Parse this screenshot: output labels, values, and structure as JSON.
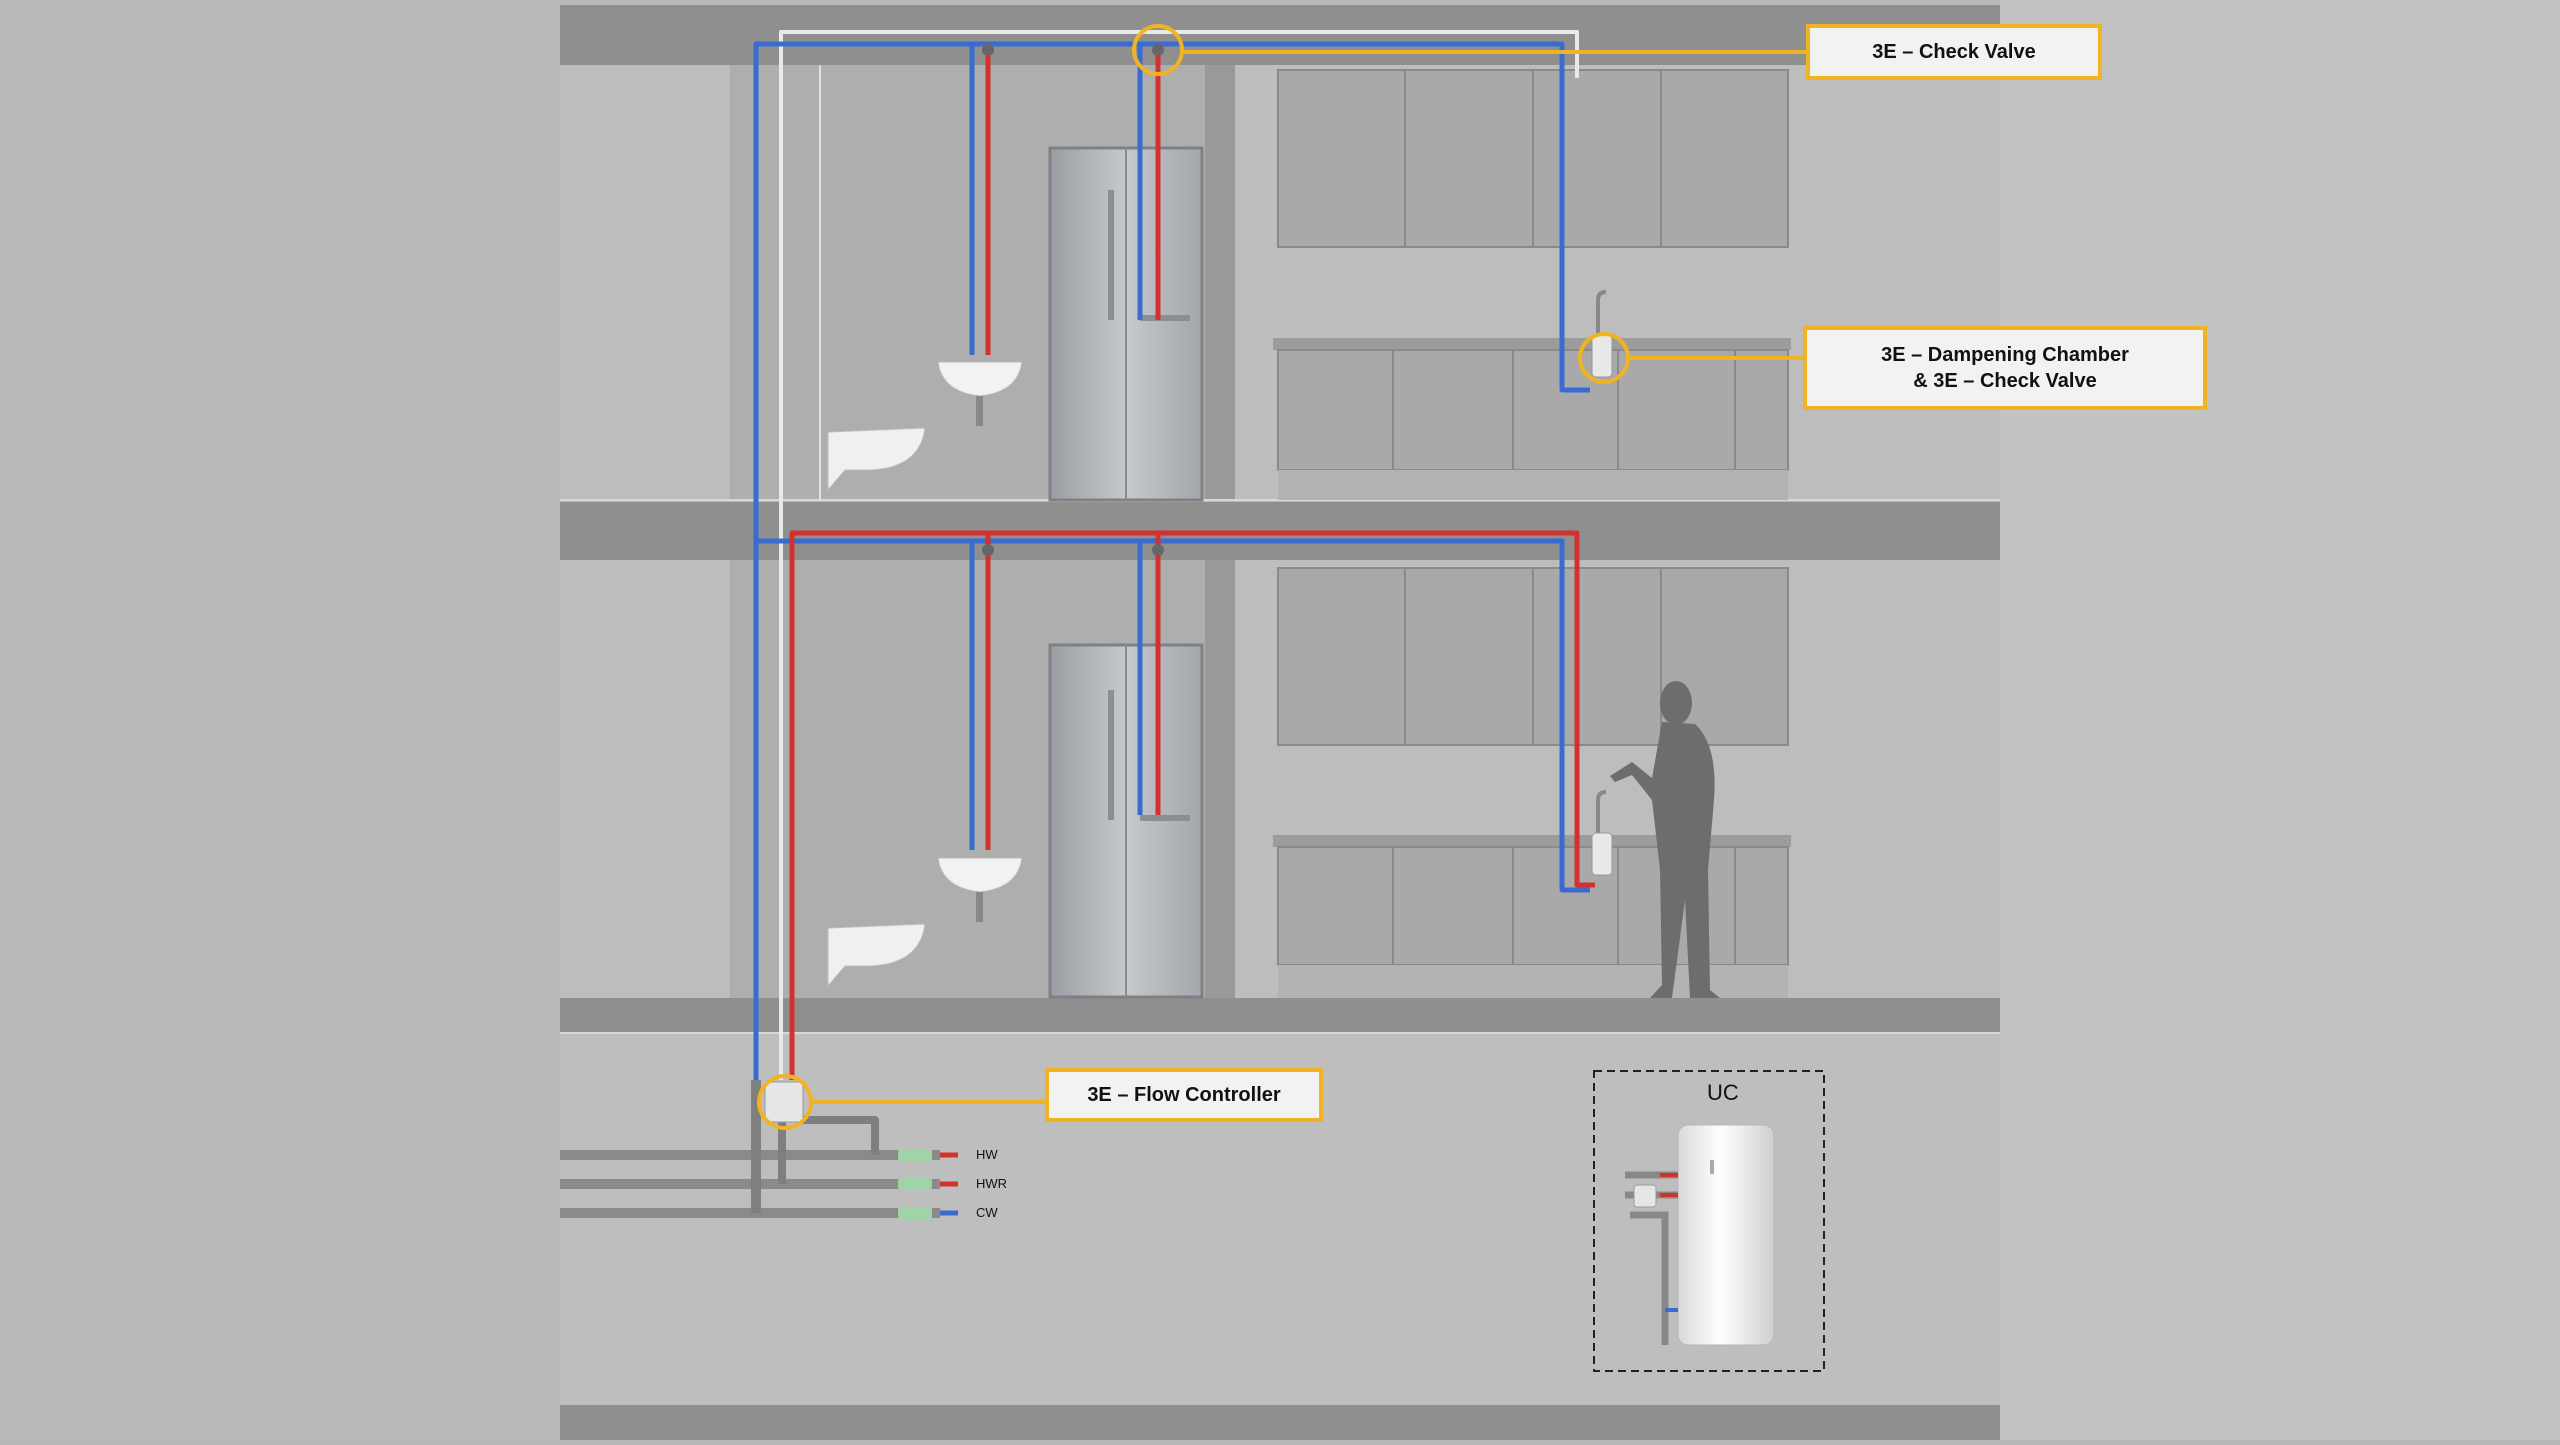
{
  "callouts": {
    "check_valve": "3E – Check Valve",
    "dampening_line1": "3E – Dampening Chamber",
    "dampening_line2": "&  3E – Check Valve",
    "flow_controller": "3E – Flow Controller"
  },
  "pipes": {
    "hw": "HW",
    "hwr": "HWR",
    "cw": "CW"
  },
  "unit": {
    "label": "UC"
  },
  "colors": {
    "hot": "#d2322d",
    "cold": "#3a6bd0",
    "return": "#e8e8e8",
    "accent": "#f0b323",
    "slab": "#8f8f8f"
  }
}
